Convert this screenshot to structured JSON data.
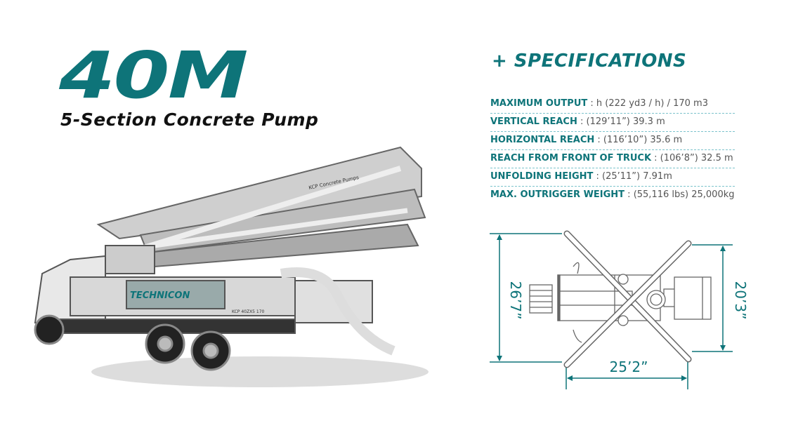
{
  "header": {
    "title": "40M",
    "subtitle": "5-Section Concrete Pump"
  },
  "specifications": {
    "heading": "+ SPECIFICATIONS",
    "rows": [
      {
        "label": "MAXIMUM OUTPUT",
        "value": " : h (222 yd3 / h) / 170 m3"
      },
      {
        "label": "VERTICAL  REACH",
        "value": " : (129’11”) 39.3 m"
      },
      {
        "label": "HORIZONTAL REACH",
        "value": " : (116’10”) 35.6 m"
      },
      {
        "label": "REACH FROM FRONT OF TRUCK",
        "value": " : (106’8”) 32.5 m"
      },
      {
        "label": "UNFOLDING HEIGHT",
        "value": " : (25’11”) 7.91m"
      },
      {
        "label": "MAX. OUTRIGGER WEIGHT",
        "value": " : (55,116 lbs) 25,000kg"
      }
    ]
  },
  "diagram": {
    "rear_width": "26’7”",
    "front_width": "20’3”",
    "spread_length": "25’2”"
  },
  "truck_image": {
    "boom_text": "KCP Concrete Pumps",
    "brand": "TECHNICON",
    "model_plate": "KCP 40ZX5 170"
  },
  "colors": {
    "accent": "#0e7479",
    "dash": "#7cc3cc"
  }
}
